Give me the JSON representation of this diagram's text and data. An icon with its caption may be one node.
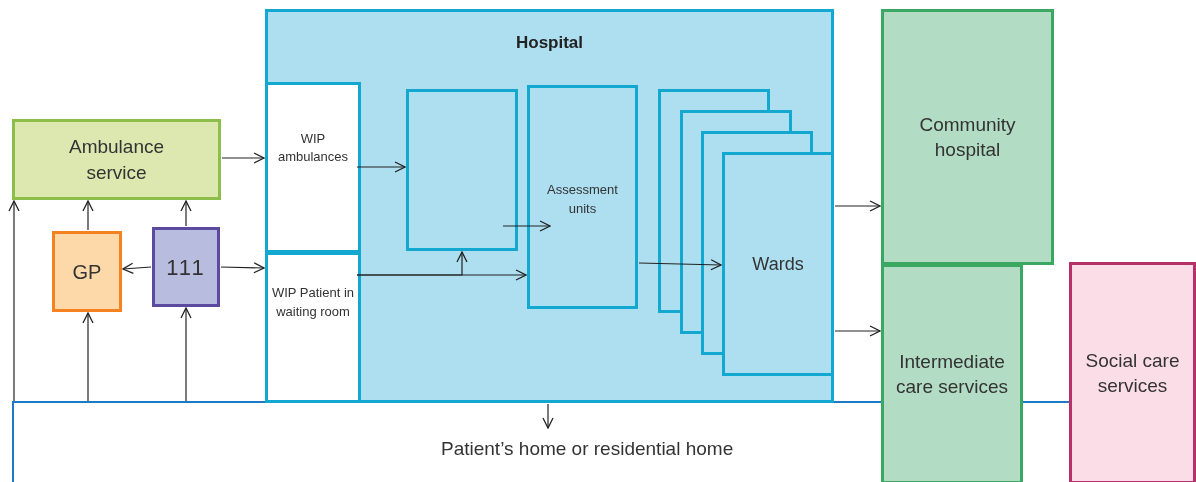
{
  "diagram": {
    "nodes": [
      {
        "text": [
          "Ambulance service"
        ]
      },
      {
        "text": [
          "GP"
        ]
      },
      {
        "text": [
          "111"
        ]
      },
      {
        "text": [
          "Hospital"
        ]
      },
      {
        "text": [
          "WIP ambulances"
        ],
        "in": 3
      },
      {
        "text": [
          "WIP Patient in waiting room"
        ],
        "in": 3
      },
      {
        "text": [],
        "shape": "box",
        "in": 3
      },
      {
        "text": [
          "Assessment units"
        ],
        "in": 3
      },
      {
        "text": [
          "Wards"
        ],
        "in": 3
      },
      {
        "text": [
          "Community hospital"
        ]
      },
      {
        "text": [
          "Intermediate care services"
        ]
      },
      {
        "text": [
          "Social care services"
        ]
      },
      {
        "text": [
          "Patient’s home or residential home"
        ]
      }
    ],
    "edges": [
      {
        "from": 12,
        "to": 0,
        "arrow": "to"
      },
      {
        "from": 12,
        "to": 1,
        "arrow": "to"
      },
      {
        "from": 12,
        "to": 2,
        "arrow": "to"
      },
      {
        "from": 1,
        "to": 0,
        "arrow": "to"
      },
      {
        "from": 2,
        "to": 0,
        "arrow": "to"
      },
      {
        "from": 2,
        "to": 1,
        "arrow": "to"
      },
      {
        "from": 2,
        "to": 5,
        "arrow": "to"
      },
      {
        "from": 0,
        "to": 4,
        "arrow": "to"
      },
      {
        "from": 4,
        "to": 6,
        "arrow": "to"
      },
      {
        "from": 6,
        "to": 7,
        "arrow": "to"
      },
      {
        "from": 5,
        "to": 7,
        "arrow": "to"
      },
      {
        "from": 5,
        "to": 6,
        "arrow": "to"
      },
      {
        "from": 7,
        "to": 8,
        "arrow": "to"
      },
      {
        "from": 8,
        "to": 9,
        "arrow": "to"
      },
      {
        "from": 8,
        "to": 10,
        "arrow": "to"
      },
      {
        "from": 3,
        "to": 12,
        "arrow": "to"
      }
    ]
  }
}
